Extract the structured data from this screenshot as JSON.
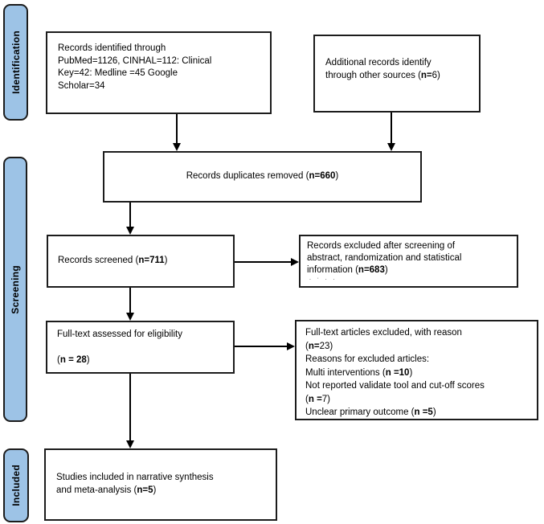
{
  "colors": {
    "stage_fill": "#9DC3E6",
    "stage_border": "#1c1c1c",
    "box_border": "#1c1c1c",
    "arrow": "#000000"
  },
  "stages": [
    {
      "label": "Identification"
    },
    {
      "label": "Screening"
    },
    {
      "label": "Included"
    }
  ],
  "boxes": {
    "records_identified": {
      "lines": [
        [
          {
            "t": "Records identified through"
          }
        ],
        [
          {
            "t": "PubMed=1126, CINHAL=112: Clinical"
          }
        ],
        [
          {
            "t": "Key=42: Medline =45 Google"
          }
        ],
        [
          {
            "t": "Scholar=34"
          }
        ]
      ]
    },
    "additional_records": {
      "lines": [
        [
          {
            "t": "Additional records identify"
          }
        ],
        [
          {
            "t": "through other sources ("
          },
          {
            "t": "n=",
            "b": true
          },
          {
            "t": "6)"
          }
        ]
      ]
    },
    "duplicates_removed": {
      "lines": [
        [
          {
            "t": "Records duplicates removed ("
          },
          {
            "t": "n=660",
            "b": true
          },
          {
            "t": ")"
          }
        ]
      ]
    },
    "records_screened": {
      "lines": [
        [
          {
            "t": "Records screened ("
          },
          {
            "t": "n=711",
            "b": true
          },
          {
            "t": ")"
          }
        ]
      ]
    },
    "records_excluded": {
      "lines": [
        [
          {
            "t": "Records excluded after screening of"
          }
        ],
        [
          {
            "t": "abstract, randomization and statistical"
          }
        ],
        [
          {
            "t": "information ("
          },
          {
            "t": "n=683",
            "b": true
          },
          {
            "t": ")"
          }
        ]
      ],
      "clipped_marks": ". ∙ . ."
    },
    "fulltext_assessed": {
      "lines": [
        [
          {
            "t": "Full-text assessed for eligibility"
          }
        ],
        [
          {
            "t": " "
          }
        ],
        [
          {
            "t": "("
          },
          {
            "t": "n = 28",
            "b": true
          },
          {
            "t": ")"
          }
        ]
      ]
    },
    "fulltext_excluded": {
      "lines": [
        [
          {
            "t": "Full-text articles excluded, with reason"
          }
        ],
        [
          {
            "t": "("
          },
          {
            "t": "n=",
            "b": true
          },
          {
            "t": "23)"
          }
        ],
        [
          {
            "t": "Reasons for excluded articles:"
          }
        ],
        [
          {
            "t": "Multi interventions ("
          },
          {
            "t": "n =10",
            "b": true
          },
          {
            "t": ")"
          }
        ],
        [
          {
            "t": "Not reported validate tool and cut-off scores"
          }
        ],
        [
          {
            "t": "("
          },
          {
            "t": "n =",
            "b": true
          },
          {
            "t": "7)"
          }
        ],
        [
          {
            "t": "Unclear primary outcome ("
          },
          {
            "t": "n =5",
            "b": true
          },
          {
            "t": ")"
          }
        ]
      ]
    },
    "studies_included": {
      "lines": [
        [
          {
            "t": "Studies included in narrative synthesis"
          }
        ],
        [
          {
            "t": "and meta-analysis ("
          },
          {
            "t": "n=5",
            "b": true
          },
          {
            "t": ")"
          }
        ]
      ]
    }
  }
}
